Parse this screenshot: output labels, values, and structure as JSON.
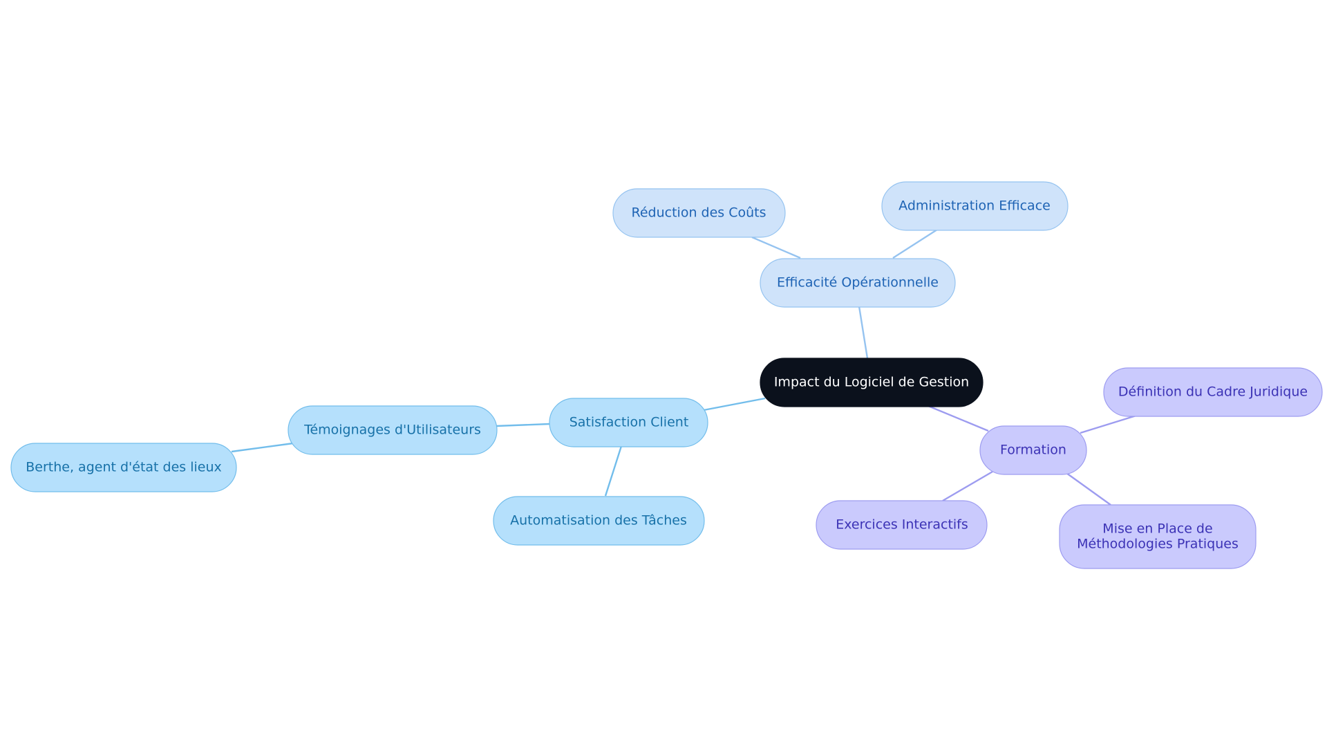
{
  "colors": {
    "root_fill": "#0b111c",
    "root_text": "#ffffff",
    "efficacite_fill": "#cfe3fa",
    "efficacite_stroke": "#95c3f0",
    "efficacite_text": "#1e63b4",
    "efficacite_edge": "#95c3f0",
    "satisfaction_fill": "#b5e0fc",
    "satisfaction_stroke": "#72bdeb",
    "satisfaction_text": "#1771a8",
    "satisfaction_edge": "#72bdeb",
    "formation_fill": "#cacafd",
    "formation_stroke": "#9d9cf0",
    "formation_text": "#3b32b5",
    "formation_edge": "#9d9cf0"
  },
  "mindmap": {
    "root": "Impact du Logiciel de Gestion",
    "efficacite": {
      "label": "Efficacité Opérationnelle",
      "children": [
        "Réduction des Coûts",
        "Administration Efficace"
      ]
    },
    "satisfaction": {
      "label": "Satisfaction Client",
      "temoignages": {
        "label": "Témoignages d'Utilisateurs",
        "children": [
          "Berthe, agent d'état des lieux"
        ]
      },
      "automatisation": "Automatisation des Tâches"
    },
    "formation": {
      "label": "Formation",
      "children": [
        "Définition du Cadre Juridique",
        "Exercices Interactifs"
      ],
      "methodologies": [
        "Mise en Place de",
        "Méthodologies Pratiques"
      ]
    }
  }
}
